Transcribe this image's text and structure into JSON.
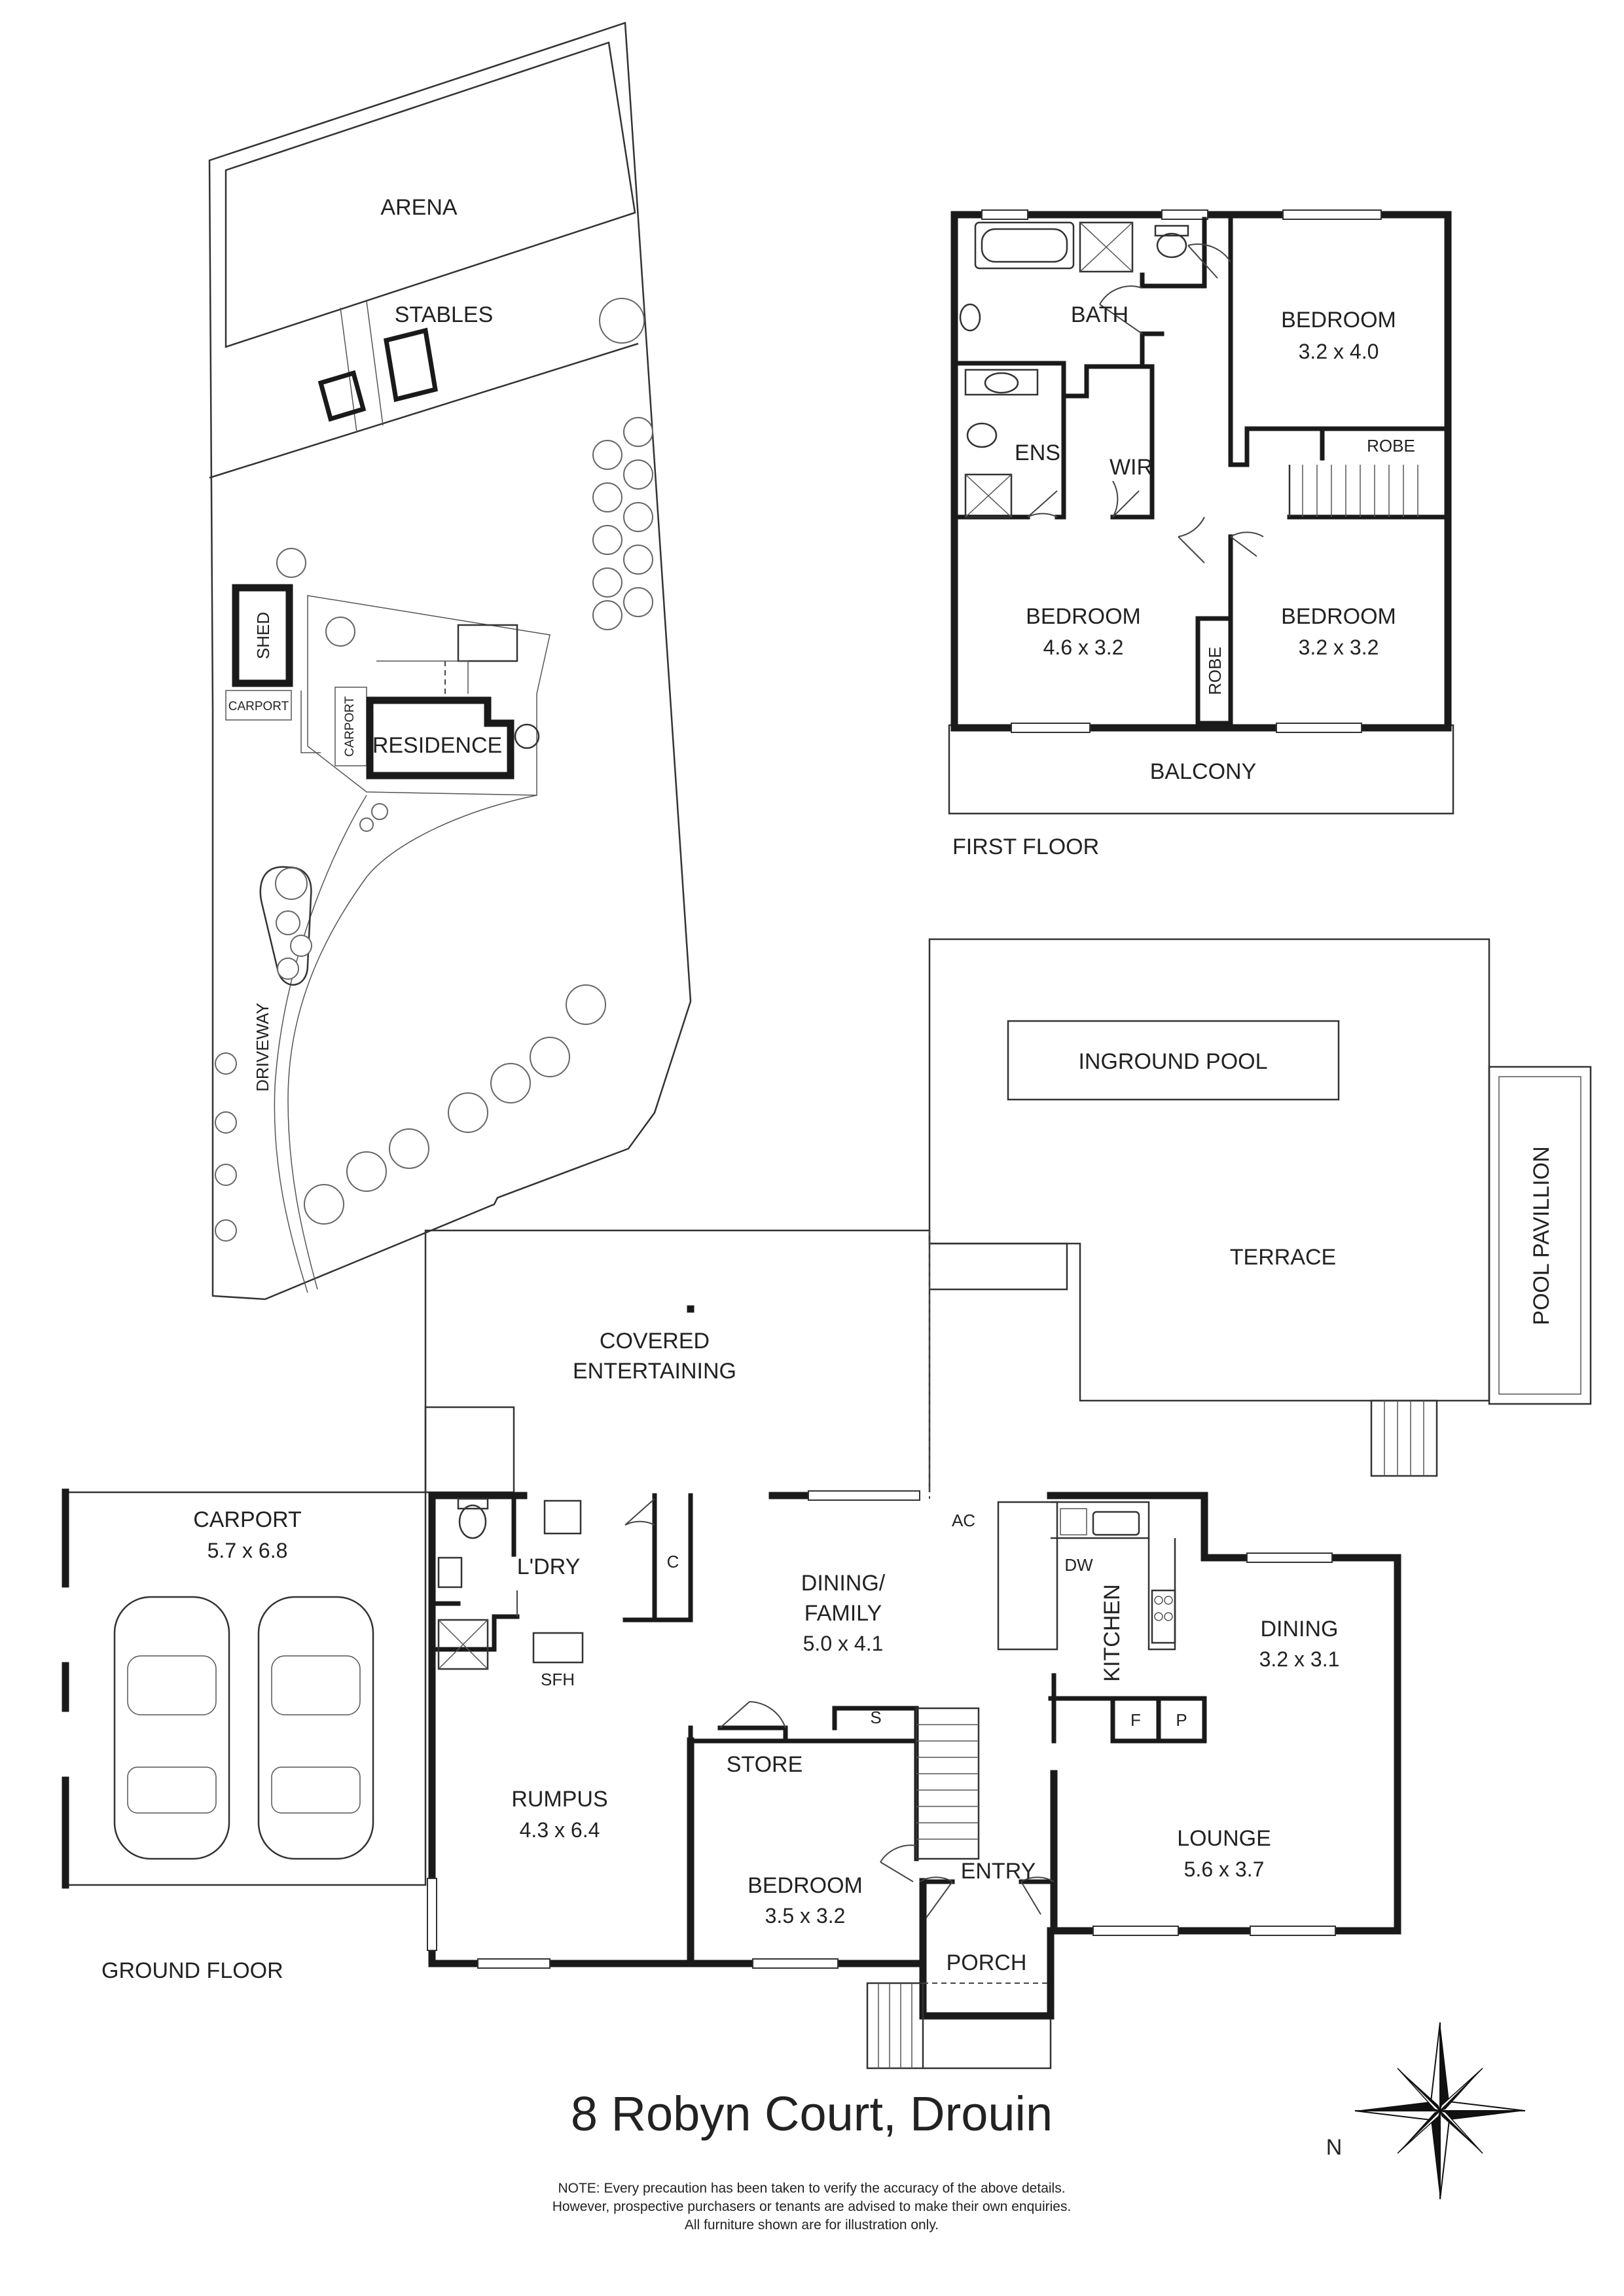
{
  "site": {
    "arena": "ARENA",
    "stables": "STABLES",
    "shed": "SHED",
    "carport_left": "CARPORT",
    "carport_right": "CARPORT",
    "residence": "RESIDENCE",
    "driveway": "DRIVEWAY"
  },
  "first_floor": {
    "label": "FIRST FLOOR",
    "bath": "BATH",
    "ens": "ENS",
    "wir": "WIR",
    "robe_top": "ROBE",
    "robe_side": "ROBE",
    "balcony": "BALCONY",
    "bedroom_ne": {
      "name": "BEDROOM",
      "size": "3.2 x 4.0"
    },
    "bedroom_sw": {
      "name": "BEDROOM",
      "size": "4.6 x 3.2"
    },
    "bedroom_se": {
      "name": "BEDROOM",
      "size": "3.2 x 3.2"
    }
  },
  "outdoor": {
    "pool": "INGROUND POOL",
    "terrace": "TERRACE",
    "pavillion": "POOL PAVILLION",
    "covered_line1": "COVERED",
    "covered_line2": "ENTERTAINING"
  },
  "ground_floor": {
    "label": "GROUND FLOOR",
    "carport": {
      "name": "CARPORT",
      "size": "5.7 x 6.8"
    },
    "laundry": "L'DRY",
    "cupboard": "C",
    "sfh": "SFH",
    "ac": "AC",
    "dw": "DW",
    "kitchen": "KITCHEN",
    "dining_family": {
      "line1": "DINING/",
      "line2": "FAMILY",
      "size": "5.0 x 4.1"
    },
    "dining": {
      "name": "DINING",
      "size": "3.2 x 3.1"
    },
    "fridge": "F",
    "pantry": "P",
    "store": "STORE",
    "store_s": "S",
    "rumpus": {
      "name": "RUMPUS",
      "size": "4.3 x 6.4"
    },
    "bedroom": {
      "name": "BEDROOM",
      "size": "3.5 x 3.2"
    },
    "entry": "ENTRY",
    "porch": "PORCH",
    "lounge": {
      "name": "LOUNGE",
      "size": "5.6 x 3.7"
    }
  },
  "footer": {
    "address": "8 Robyn Court, Drouin",
    "north": "N",
    "note_line1": "NOTE: Every precaution has been taken to verify the accuracy of the above details.",
    "note_line2": "However, prospective purchasers or tenants are advised to make their own enquiries.",
    "note_line3": "All furniture shown are for illustration only."
  }
}
